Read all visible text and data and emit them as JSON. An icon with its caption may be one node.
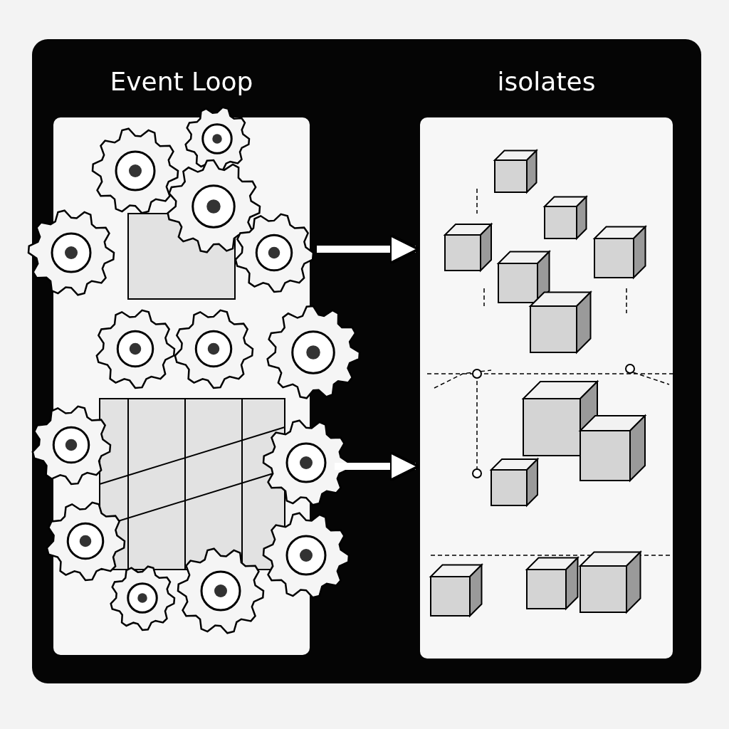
{
  "diagram": {
    "nodes": [
      {
        "text": [
          "Event Loop"
        ]
      },
      {
        "text": [
          "isolates"
        ]
      }
    ],
    "edges": [
      {
        "from": 0,
        "to": 1,
        "arrow": "to"
      },
      {
        "from": 0,
        "to": 1,
        "arrow": "to"
      }
    ]
  }
}
